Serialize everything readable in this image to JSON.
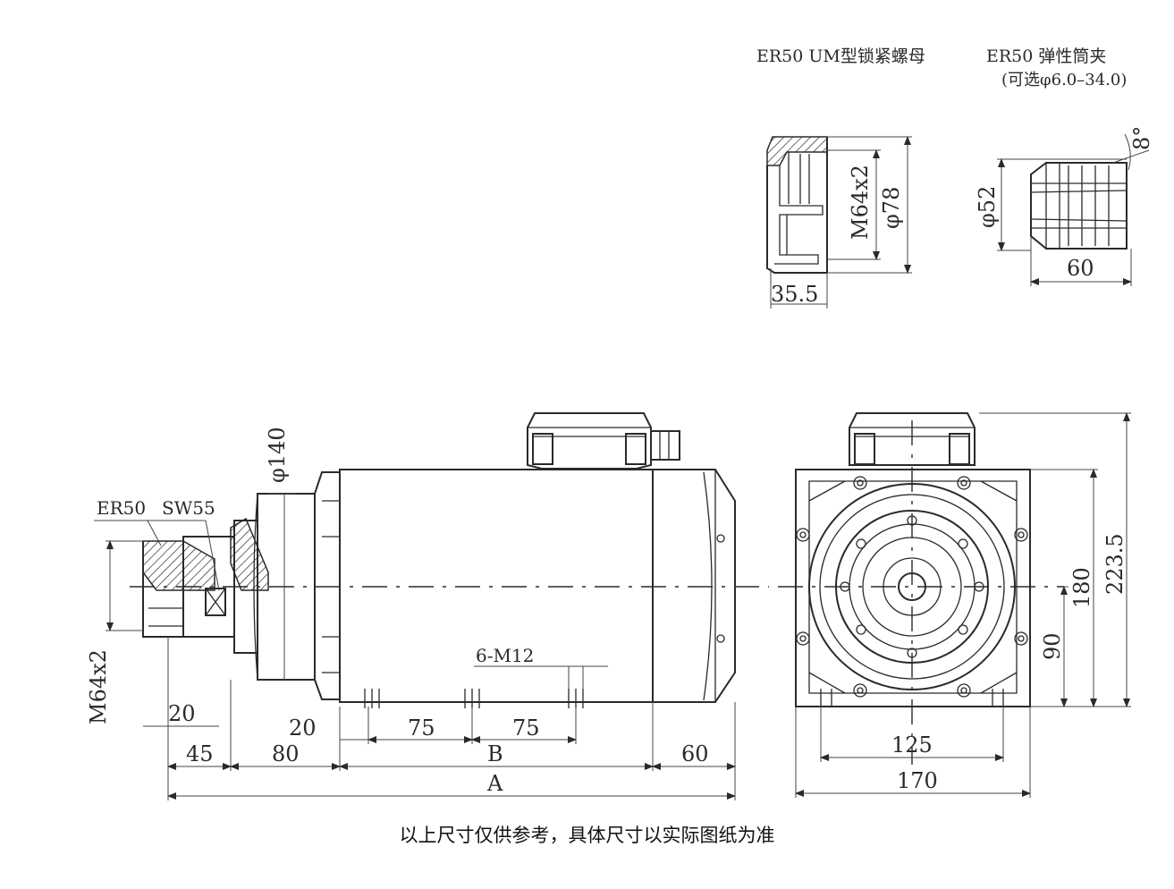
{
  "header": {
    "nut_label": "ER50 UM型锁紧螺母",
    "collet_label": "ER50  弹性筒夹",
    "collet_range": "(可选φ6.0–34.0)"
  },
  "nut_view": {
    "thread": "M64x2",
    "diameter": "φ78",
    "width": "35.5"
  },
  "collet_view": {
    "diameter": "φ52",
    "angle": "8°",
    "length": "60"
  },
  "side_view": {
    "er_label": "ER50",
    "sw_label": "SW55",
    "body_diameter": "φ140",
    "thread_spec": "M64x2",
    "holes_label": "6-M12",
    "dims": {
      "d20_nose": "20",
      "d20_top": "20",
      "d75_a": "75",
      "d75_b": "75",
      "d45": "45",
      "d80": "80",
      "dB": "B",
      "d60": "60",
      "dA": "A"
    }
  },
  "front_view": {
    "height_total": "223.5",
    "height_flange": "180",
    "center_height": "90",
    "base_width": "125",
    "overall_width": "170"
  },
  "footer": {
    "note": "以上尺寸仅供参考，具体尺寸以实际图纸为准"
  }
}
